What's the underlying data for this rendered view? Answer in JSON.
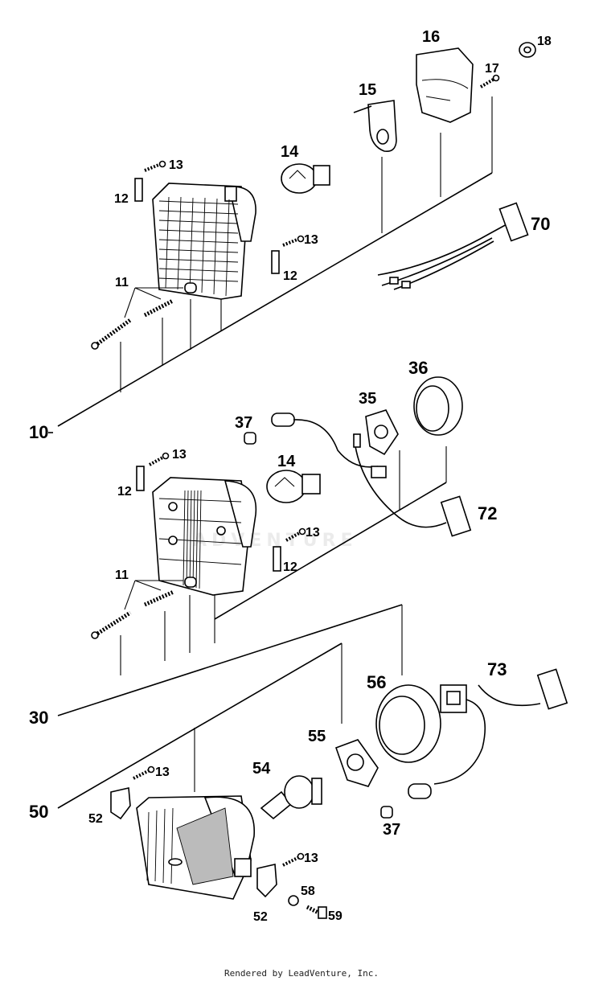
{
  "labels": {
    "l10": "10",
    "l11a": "11",
    "l12a": "12",
    "l12b": "12",
    "l13a": "13",
    "l13b": "13",
    "l14a": "14",
    "l15": "15",
    "l16": "16",
    "l17": "17",
    "l18": "18",
    "l70": "70",
    "l30": "30",
    "l11b": "11",
    "l12c": "12",
    "l12d": "12",
    "l13c": "13",
    "l13d": "13",
    "l14b": "14",
    "l35": "35",
    "l36": "36",
    "l37a": "37",
    "l72": "72",
    "l50": "50",
    "l13e": "13",
    "l13f": "13",
    "l37b": "37",
    "l52a": "52",
    "l52b": "52",
    "l54": "54",
    "l55": "55",
    "l56": "56",
    "l58": "58",
    "l59": "59",
    "l73": "73"
  },
  "watermark": "ADVENTURE",
  "footer": "Rendered by LeadVenture, Inc."
}
